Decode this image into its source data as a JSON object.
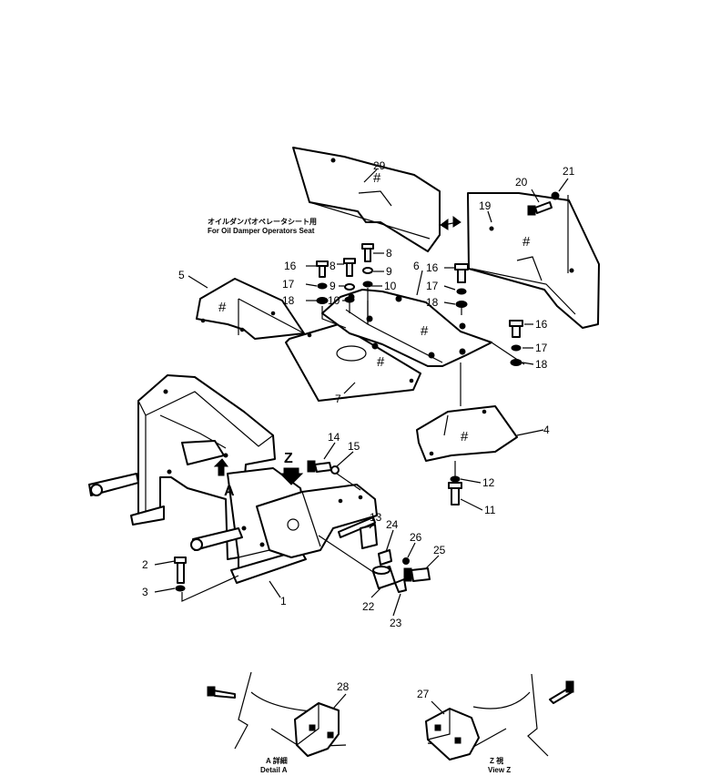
{
  "note": {
    "jp": "オイルダンパオペレータシート用",
    "en": "For Oil Damper Operators Seat"
  },
  "view_markers": {
    "a": "A",
    "z": "Z"
  },
  "part_mark": "#",
  "captions": {
    "detail_a_jp": "A 詳細",
    "detail_a_en": "Detail A",
    "view_z_jp": "Z 視",
    "view_z_en": "View Z"
  },
  "callouts": {
    "n1": "1",
    "n2": "2",
    "n3": "3",
    "n4": "4",
    "n5": "5",
    "n6": "6",
    "n7": "7",
    "n8a": "8",
    "n8b": "8",
    "n9a": "9",
    "n9b": "9",
    "n10a": "10",
    "n10b": "10",
    "n11": "11",
    "n12": "12",
    "n13": "13",
    "n14": "14",
    "n15": "15",
    "n16a": "16",
    "n16b": "16",
    "n16c": "16",
    "n17a": "17",
    "n17b": "17",
    "n17c": "17",
    "n18a": "18",
    "n18b": "18",
    "n18c": "18",
    "n19": "19",
    "n20": "20",
    "n21": "21",
    "n22": "22",
    "n23": "23",
    "n24": "24",
    "n25": "25",
    "n26": "26",
    "n27": "27",
    "n28": "28",
    "n29": "29"
  }
}
